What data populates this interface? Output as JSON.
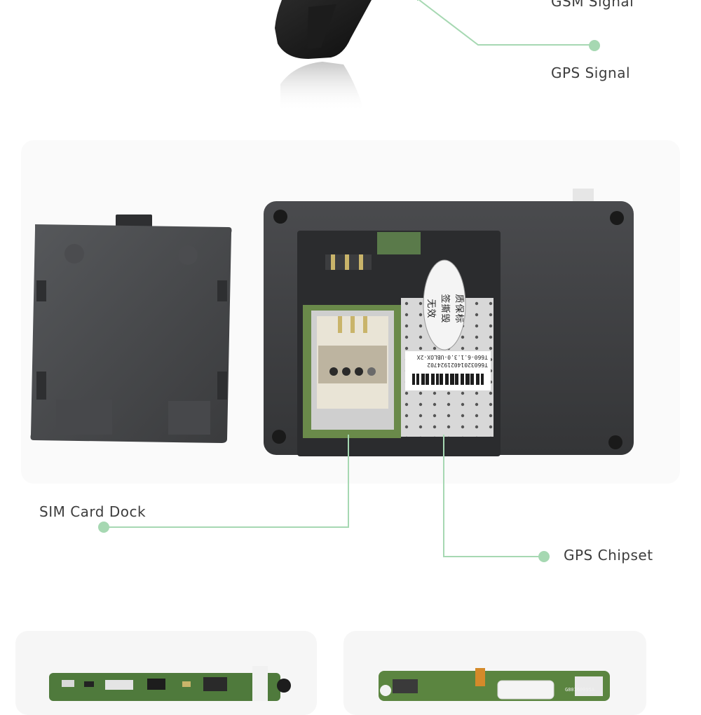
{
  "labels": {
    "gsm_signal": "GSM Signal",
    "gps_signal": "GPS Signal",
    "sim_card_dock": "SIM Card Dock",
    "gps_chipset": "GPS Chipset"
  },
  "module_sticker": {
    "seal_chars": [
      "质",
      "保",
      "标",
      "签",
      "撕",
      "毁",
      "无",
      "效"
    ],
    "model_line": "T660-6.1.3.0-UBLOX-2X",
    "serial_line": "T6603201402192470​2"
  },
  "pcb_marks": {
    "left_board": "",
    "right_board": "G80160095A"
  },
  "colors": {
    "accent": "#a6d8b2",
    "label_text": "#3d3d3d",
    "device_body": "#3f4042"
  }
}
